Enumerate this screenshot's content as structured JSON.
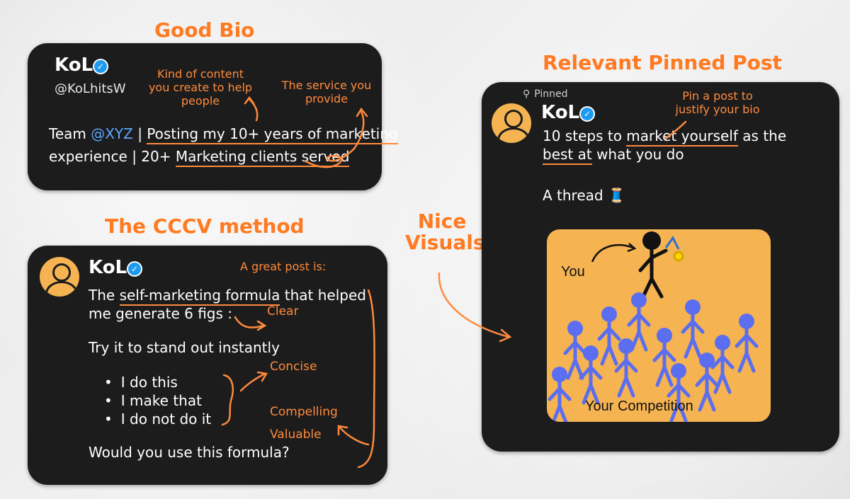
{
  "headings": {
    "good_bio": "Good Bio",
    "cccv": "The CCCV method",
    "pinned": "Relevant Pinned Post",
    "nice_visuals": "Nice Visuals"
  },
  "bio_card": {
    "name": "KoL",
    "handle": "@KoLhitsW",
    "bio_line1_prefix": "Team ",
    "bio_line1_mention": "@XYZ",
    "bio_line1_sep": " | ",
    "bio_line1_underlined": "Posting my 10+ years of marketing",
    "bio_line2_prefix": "experience | 20+ ",
    "bio_line2_underlined": "Marketing clients served",
    "note_content": "Kind of content you create to help people",
    "note_service": "The service you provide"
  },
  "cccv_card": {
    "name": "KoL",
    "note_great": "A great post is:",
    "line1_prefix": "The ",
    "line1_underlined": "self-marketing formula",
    "line1_suffix": " that helped",
    "line2": "me generate 6 figs :",
    "line3": "Try it to stand out instantly",
    "bullets": [
      "I do this",
      "I make that",
      "I do not do it"
    ],
    "line4": "Would you use this formula?",
    "labels": {
      "clear": "Clear",
      "concise": "Concise",
      "compelling": "Compelling",
      "valuable": "Valuable"
    }
  },
  "pinned_card": {
    "pinned_label": "Pinned",
    "name": "KoL",
    "note_pin": "Pin a post to justify your bio",
    "line1_prefix": "10 steps to ",
    "line1_underlined": "market yourself",
    "line1_suffix": " as the",
    "line2_underlined": "best at",
    "line2_suffix": " what you do",
    "thread": "A thread 🧵",
    "visual_you": "You",
    "visual_competition": "Your Competition"
  },
  "colors": {
    "accent": "#ff7a21",
    "card_bg": "#1c1c1c",
    "visual_bg": "#f5b352",
    "crowd": "#5b6ef0",
    "verified": "#1d9bf0"
  }
}
